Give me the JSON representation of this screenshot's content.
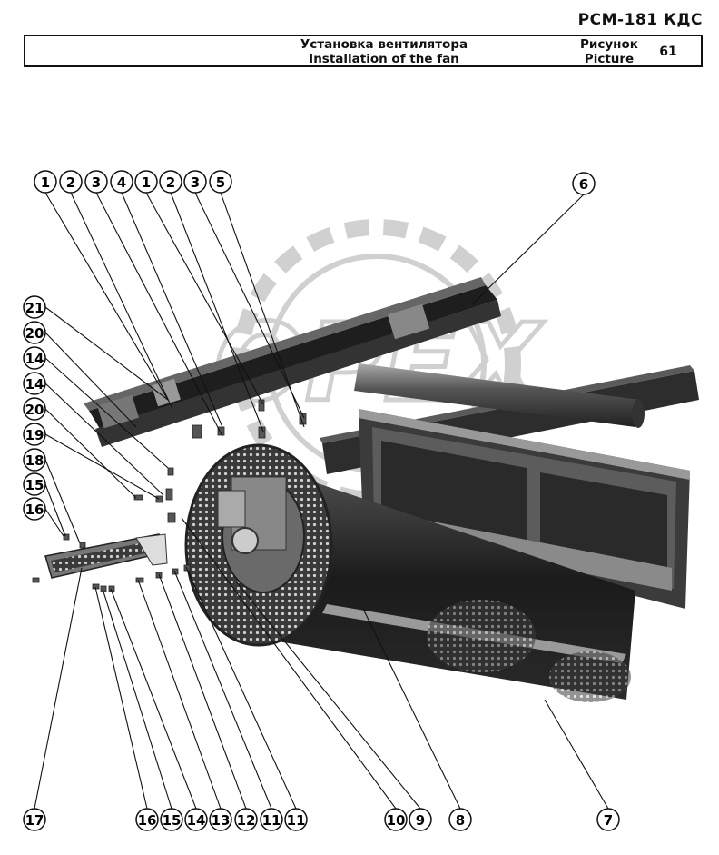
{
  "header": {
    "model": "РСМ-181 КДС",
    "title_ru": "Установка вентилятора",
    "title_en": "Installation of the fan",
    "picture_ru": "Рисунок",
    "picture_en": "Picture",
    "picture_number": "61"
  },
  "watermark": {
    "text": "OPEX"
  },
  "callouts": {
    "top": [
      "1",
      "2",
      "3",
      "4",
      "1",
      "2",
      "3",
      "5",
      "6"
    ],
    "left": [
      "21",
      "20",
      "14",
      "14",
      "20",
      "19",
      "18",
      "15",
      "16"
    ],
    "bottom": [
      "17",
      "16",
      "15",
      "14",
      "13",
      "12",
      "11",
      "11",
      "10",
      "9",
      "8",
      "7"
    ]
  }
}
